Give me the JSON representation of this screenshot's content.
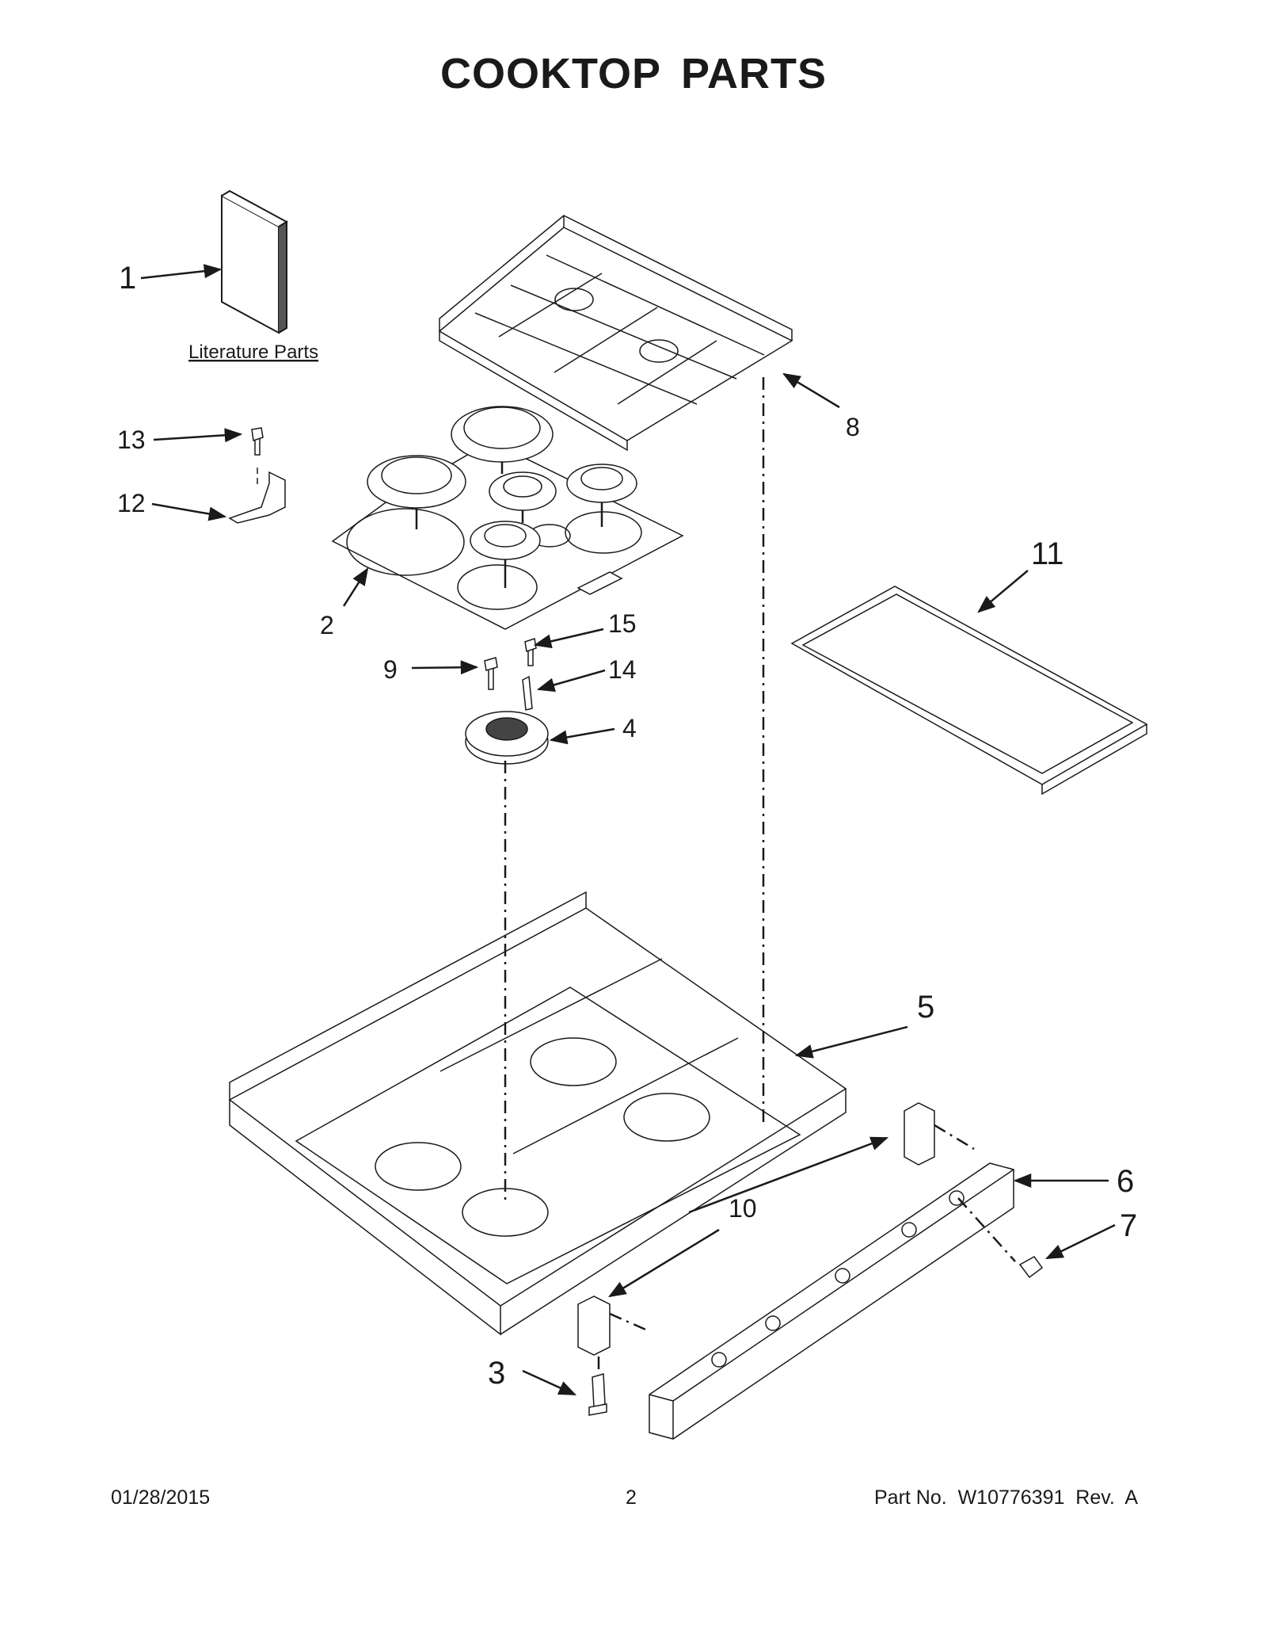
{
  "title": "COOKTOP PARTS",
  "literature_label": "Literature Parts",
  "callouts": {
    "c1": "1",
    "c2": "2",
    "c3": "3",
    "c4": "4",
    "c5": "5",
    "c6": "6",
    "c7": "7",
    "c8": "8",
    "c9": "9",
    "c10": "10",
    "c11": "11",
    "c12": "12",
    "c13": "13",
    "c14": "14",
    "c15": "15"
  },
  "footer": {
    "date": "01/28/2015",
    "page": "2",
    "part_no": "Part No.  W10776391  Rev.  A"
  }
}
